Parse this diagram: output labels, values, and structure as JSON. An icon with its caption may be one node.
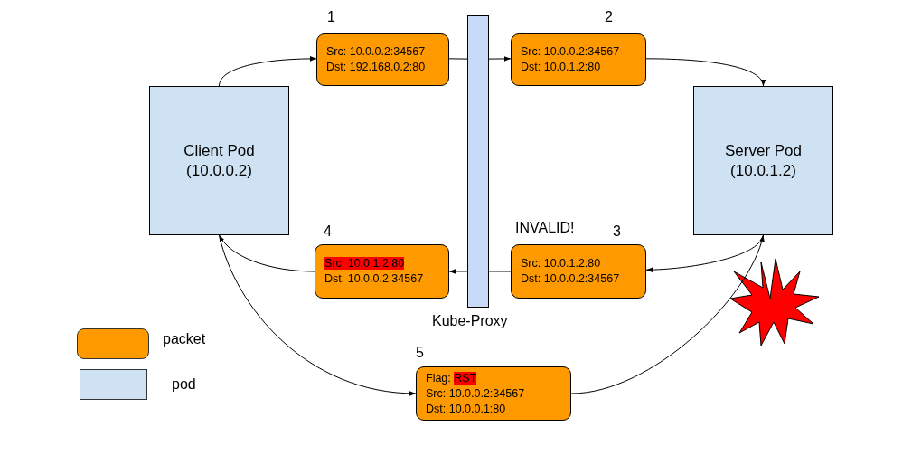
{
  "diagram": {
    "nodes": [
      {
        "text": [
          "Client Pod (10.0.0.2)"
        ]
      },
      {
        "text": [
          "Src: 10.0.0.2:34567",
          "Dst: 192.168.0.2:80"
        ],
        "beside": [
          "1"
        ]
      },
      {
        "text": [],
        "shape": "bar",
        "beside": [
          "Kube-Proxy"
        ]
      },
      {
        "text": [
          "Src: 10.0.0.2:34567",
          "Dst: 10.0.1.2:80"
        ],
        "beside": [
          "2"
        ]
      },
      {
        "text": [
          "Server Pod (10.0.1.2)"
        ]
      },
      {
        "text": [
          "Src: 10.0.1.2:80",
          "Dst: 10.0.0.2:34567"
        ],
        "beside": [
          "3"
        ]
      },
      {
        "text": [
          "**Src: 10.0.1.2:80**",
          "Dst: 10.0.0.2:34567"
        ],
        "beside": [
          "4"
        ]
      },
      {
        "text": [
          "Flag: **RST**",
          "Src: 10.0.0.2:34567",
          "Dst: 10.0.0.1:80"
        ],
        "beside": [
          "5"
        ]
      }
    ],
    "edges": [
      {
        "from": 0,
        "to": 1,
        "arrow": "to"
      },
      {
        "from": 1,
        "to": 2,
        "arrow": "none"
      },
      {
        "from": 2,
        "to": 3,
        "arrow": "to"
      },
      {
        "from": 3,
        "to": 4,
        "arrow": "to"
      },
      {
        "from": 4,
        "to": 5,
        "arrow": "to"
      },
      {
        "from": 5,
        "to": 2,
        "arrow": "none"
      },
      {
        "from": 2,
        "to": 6,
        "arrow": "to"
      },
      {
        "from": 6,
        "to": 0,
        "arrow": "to"
      },
      {
        "from": 0,
        "to": 7,
        "arrow": "to"
      },
      {
        "from": 7,
        "to": 4,
        "arrow": "to"
      }
    ],
    "labels": [
      "INVALID!"
    ],
    "legend": [
      {
        "text": "packet",
        "color": "#ff9900"
      },
      {
        "text": "pod",
        "color": "#cfe2f3"
      }
    ]
  }
}
